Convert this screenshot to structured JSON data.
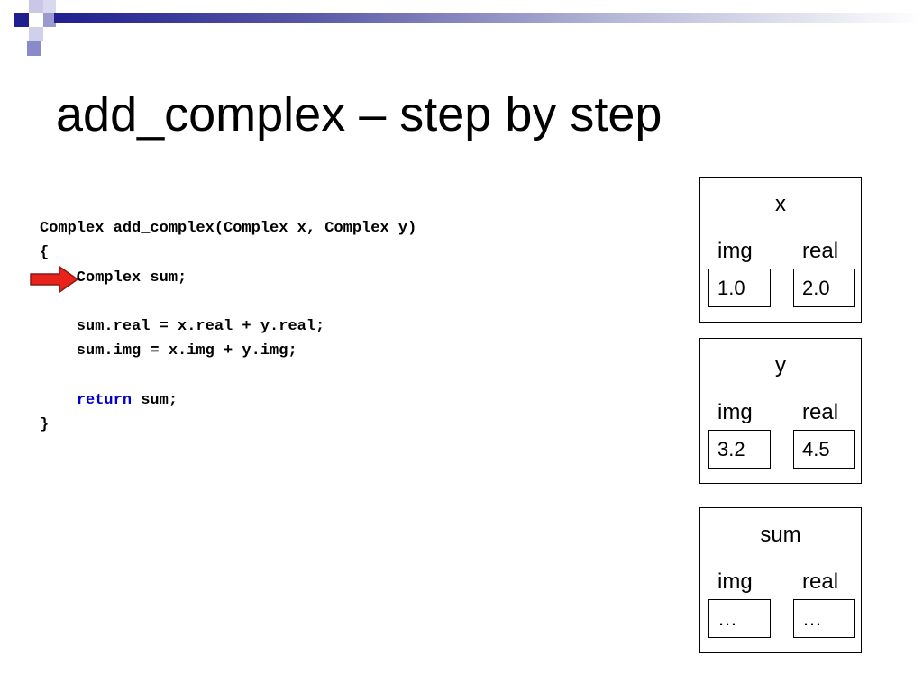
{
  "slide": {
    "title": "add_complex – step by step"
  },
  "code": {
    "signature": "Complex add_complex(Complex x, Complex y)",
    "open_brace": "{",
    "decl": "    Complex sum;",
    "line_real": "    sum.real = x.real + y.real;",
    "line_img": "    sum.img = x.img + y.img;",
    "return_indent": "    ",
    "return_keyword": "return",
    "return_rest": " sum;",
    "close_brace": "}"
  },
  "pointer": {
    "icon": "red-arrow-icon",
    "color": "#e8231b",
    "current_line": 3
  },
  "variables": [
    {
      "name": "x",
      "img_label": "img",
      "real_label": "real",
      "img_value": "1.0",
      "real_value": "2.0"
    },
    {
      "name": "y",
      "img_label": "img",
      "real_label": "real",
      "img_value": "3.2",
      "real_value": "4.5"
    },
    {
      "name": "sum",
      "img_label": "img",
      "real_label": "real",
      "img_value": "…",
      "real_value": "…"
    }
  ],
  "colors": {
    "keyword": "#0000cc",
    "banner_dark": "#1f1f8f",
    "banner_mid": "#8a8acb"
  }
}
